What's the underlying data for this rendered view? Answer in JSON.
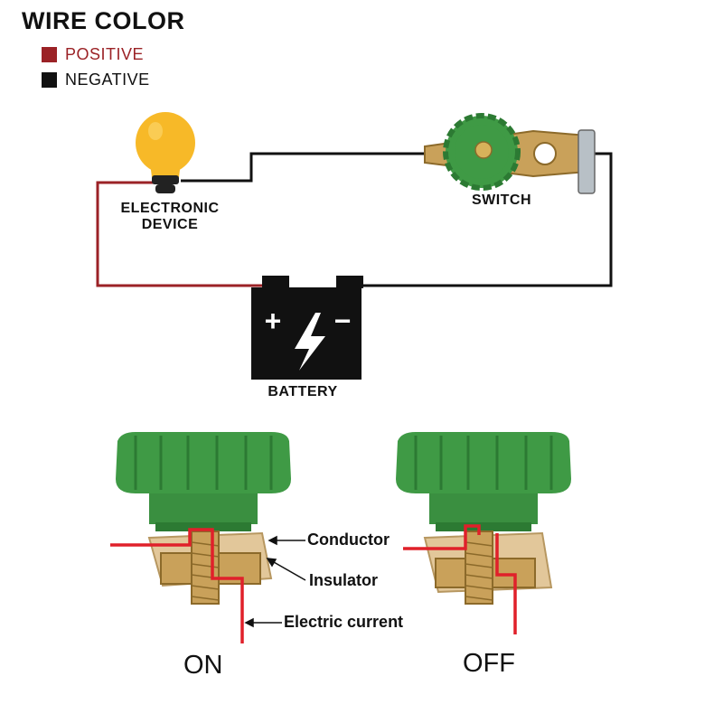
{
  "legend": {
    "title": "WIRE COLOR",
    "items": [
      {
        "label": "POSITIVE",
        "color": "#9b2226"
      },
      {
        "label": "NEGATIVE",
        "color": "#111111"
      }
    ]
  },
  "circuit": {
    "device_label_line1": "ELECTRONIC",
    "device_label_line2": "DEVICE",
    "switch_label": "SWITCH",
    "battery_label": "BATTERY",
    "battery_plus": "+",
    "battery_minus": "−"
  },
  "cutaway": {
    "callouts": {
      "conductor": "Conductor",
      "insulator": "Insulator",
      "current": "Electric current"
    },
    "states": {
      "on": "ON",
      "off": "OFF"
    }
  },
  "colors": {
    "knob_green": "#3f9a45",
    "knob_dark": "#2c7a33",
    "brass": "#c9a15a",
    "insulator": "#e2c79a",
    "current_red": "#e0202a",
    "bulb_yellow": "#f7b928"
  }
}
